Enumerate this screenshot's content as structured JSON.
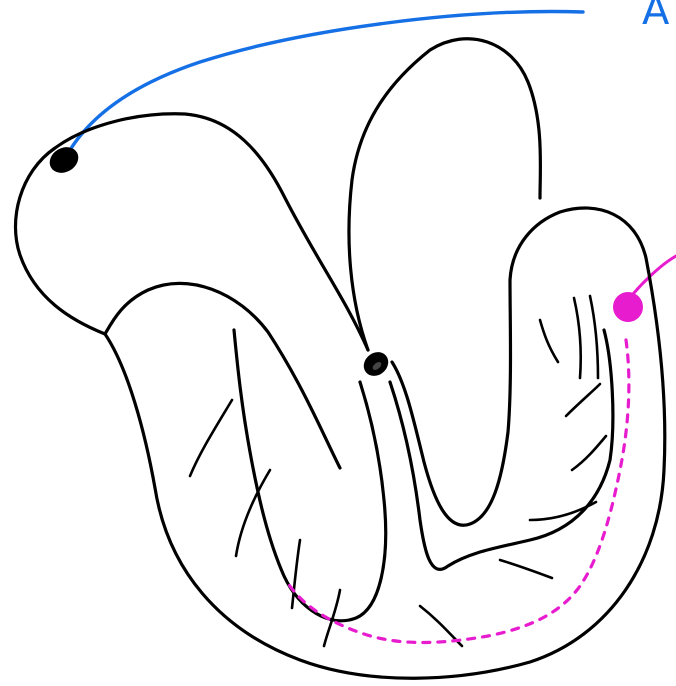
{
  "labels": {
    "top_right_label": "A"
  },
  "colors": {
    "outline": "#000000",
    "leader_blue": "#1570e6",
    "accent_pink": "#e81ccf"
  },
  "markers": {
    "top_left": "black-opening",
    "middle": "black-opening",
    "right": "pink-dot"
  }
}
